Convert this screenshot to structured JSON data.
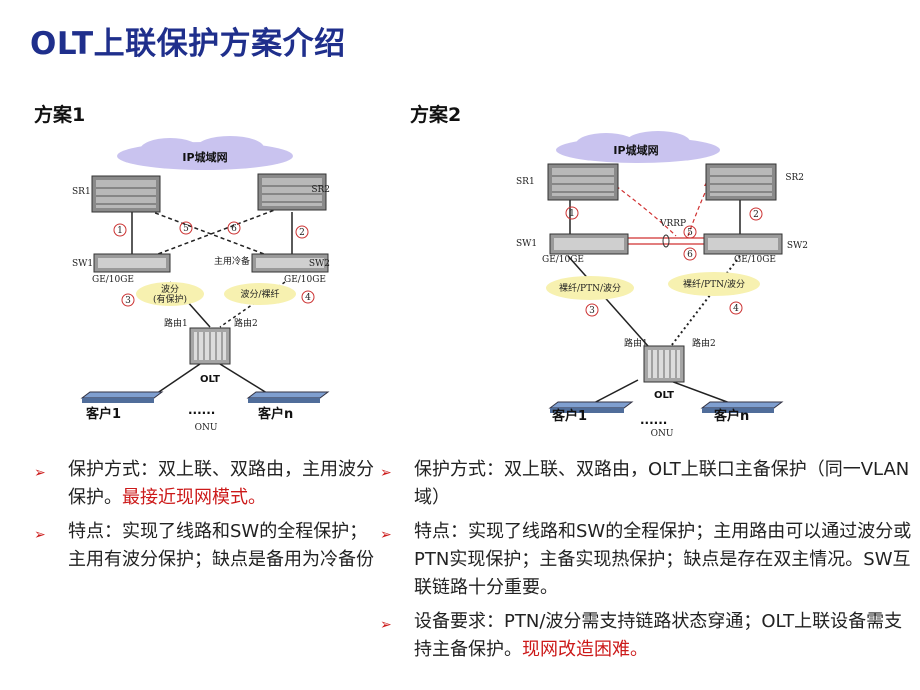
{
  "title": "OLT上联保护方案介绍",
  "scheme1": {
    "heading": "方案1",
    "cloud": "IP城域网",
    "sr1": "SR1",
    "sr2": "SR2",
    "sw1": "SW1",
    "sw2": "SW2",
    "sw1_port": "GE/10GE",
    "sw2_port": "GE/10GE",
    "mode": "主用冷备",
    "link1": "1",
    "link2": "2",
    "link5": "5",
    "link6": "6",
    "link3": "3",
    "link4": "4",
    "cloud_left_line1": "波分",
    "cloud_left_line2": "(有保护)",
    "cloud_right": "波分/裸纤",
    "route1": "路由1",
    "route2": "路由2",
    "olt": "OLT",
    "client1": "客户1",
    "dots": "......",
    "clientn": "客户n",
    "onu": "ONU",
    "bullets": [
      {
        "text": "保护方式：双上联、双路由，主用波分保护。",
        "highlight": "最接近现网模式。"
      },
      {
        "text": "特点：实现了线路和SW的全程保护；主用有波分保护；缺点是备用为冷备份",
        "highlight": ""
      }
    ]
  },
  "scheme2": {
    "heading": "方案2",
    "cloud": "IP城域网",
    "sr1": "SR1",
    "sr2": "SR2",
    "sw1": "SW1",
    "sw2": "SW2",
    "sw1_port": "GE/10GE",
    "sw2_port": "GE/10GE",
    "vrrp": "VRRP",
    "link1": "1",
    "link2": "2",
    "link5": "5",
    "link6": "6",
    "link3": "3",
    "link4": "4",
    "cloud_left": "裸纤/PTN/波分",
    "cloud_right": "裸纤/PTN/波分",
    "route1": "路由1",
    "route2": "路由2",
    "olt": "OLT",
    "client1": "客户1",
    "dots": "......",
    "clientn": "客户n",
    "onu": "ONU",
    "bullets": [
      {
        "text": "保护方式：双上联、双路由，OLT上联口主备保护（同一VLAN域）",
        "highlight": ""
      },
      {
        "text": "特点：实现了线路和SW的全程保护；主用路由可以通过波分或PTN实现保护；主备实现热保护；缺点是存在双主情况。SW互联链路十分重要。",
        "highlight": ""
      },
      {
        "text": "设备要求：PTN/波分需支持链路状态穿通；OLT上联设备需支持主备保护。",
        "highlight": "现网改造困难。"
      }
    ]
  },
  "colors": {
    "title": "#1f2f8c",
    "bullet_arrow": "#cc1a1a",
    "highlight": "#cc1a1a",
    "cloud": "#c9c3ef",
    "cloud_yellow": "#f7f1b0"
  }
}
